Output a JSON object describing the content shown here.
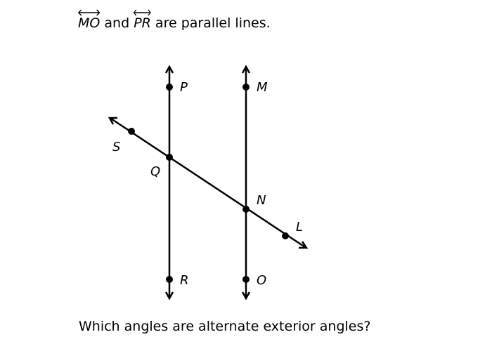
{
  "statement": {
    "line1": "MO",
    "conj": "and",
    "line2": "PR",
    "rest": "are parallel lines."
  },
  "figure": {
    "labels": {
      "P": "P",
      "M": "M",
      "S": "S",
      "Q": "Q",
      "N": "N",
      "L": "L",
      "R": "R",
      "O": "O"
    }
  },
  "question": "Which angles are alternate exterior angles?"
}
